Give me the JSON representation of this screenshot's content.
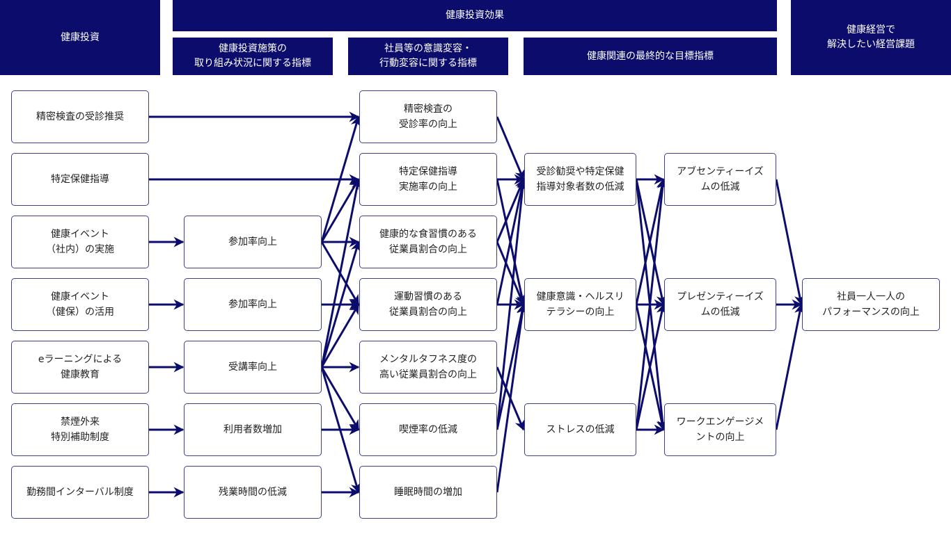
{
  "headers": {
    "investment": "健康投資",
    "effect": "健康投資効果",
    "measures": "健康投資施策の\n取り組み状況に関する指標",
    "awareness": "社員等の意識変容・\n行動変容に関する指標",
    "final": "健康関連の最終的な目標指標",
    "issue": "健康経営で\n解決したい経営課題"
  },
  "nodes": {
    "inv_checkup": "精密検査の受診推奨",
    "inv_guidance": "特定保健指導",
    "inv_event_in": "健康イベント\n（社内）の実施",
    "inv_event_ins": "健康イベント\n（健保）の活用",
    "inv_elearn": "eラーニングによる\n健康教育",
    "inv_smoke": "禁煙外来\n特別補助制度",
    "inv_interval": "勤務間インターバル制度",
    "mea_part1": "参加率向上",
    "mea_part2": "参加率向上",
    "mea_attend": "受講率向上",
    "mea_users": "利用者数増加",
    "mea_overtime": "残業時間の低減",
    "beh_checkup": "精密検査の\n受診率の向上",
    "beh_guidance": "特定保健指導\n実施率の向上",
    "beh_diet": "健康的な食習慣のある\n従業員割合の向上",
    "beh_exercise": "運動習慣のある\n従業員割合の向上",
    "beh_mental": "メンタルタフネス度の\n高い従業員割合の向上",
    "beh_smoking": "喫煙率の低減",
    "beh_sleep": "睡眠時間の増加",
    "fin_target": "受診勧奨や特定保健\n指導対象者数の低減",
    "fin_literacy": "健康意識・ヘルスリ\nテラシーの向上",
    "fin_stress": "ストレスの低減",
    "out_absent": "アブセンティーイズ\nムの低減",
    "out_present": "プレゼンティーイズ\nムの低減",
    "out_engage": "ワークエンゲージメ\nントの向上",
    "goal": "社員一人一人の\nパフォーマンスの向上"
  },
  "colors": {
    "header_bg": "#0b0c6b",
    "arrow": "#0b0c6b",
    "node_border": "#3e3f86"
  },
  "edges": [
    [
      "inv_checkup",
      "beh_checkup"
    ],
    [
      "inv_guidance",
      "beh_guidance"
    ],
    [
      "inv_event_in",
      "mea_part1"
    ],
    [
      "inv_event_ins",
      "mea_part2"
    ],
    [
      "inv_elearn",
      "mea_attend"
    ],
    [
      "inv_smoke",
      "mea_users"
    ],
    [
      "inv_interval",
      "mea_overtime"
    ],
    [
      "mea_part1",
      "beh_checkup"
    ],
    [
      "mea_part1",
      "beh_guidance"
    ],
    [
      "mea_part1",
      "beh_diet"
    ],
    [
      "mea_part1",
      "beh_exercise"
    ],
    [
      "mea_part2",
      "beh_exercise"
    ],
    [
      "mea_attend",
      "beh_guidance"
    ],
    [
      "mea_attend",
      "beh_diet"
    ],
    [
      "mea_attend",
      "beh_exercise"
    ],
    [
      "mea_attend",
      "beh_mental"
    ],
    [
      "mea_attend",
      "beh_smoking"
    ],
    [
      "mea_attend",
      "beh_sleep"
    ],
    [
      "mea_users",
      "beh_smoking"
    ],
    [
      "mea_overtime",
      "beh_sleep"
    ],
    [
      "beh_checkup",
      "fin_target"
    ],
    [
      "beh_guidance",
      "fin_target"
    ],
    [
      "beh_guidance",
      "fin_literacy"
    ],
    [
      "beh_diet",
      "fin_target"
    ],
    [
      "beh_diet",
      "fin_literacy"
    ],
    [
      "beh_exercise",
      "fin_target"
    ],
    [
      "beh_exercise",
      "fin_literacy"
    ],
    [
      "beh_mental",
      "fin_stress"
    ],
    [
      "beh_smoking",
      "fin_target"
    ],
    [
      "beh_smoking",
      "fin_literacy"
    ],
    [
      "beh_sleep",
      "fin_literacy"
    ],
    [
      "fin_target",
      "out_absent"
    ],
    [
      "fin_target",
      "out_present"
    ],
    [
      "fin_target",
      "out_engage"
    ],
    [
      "fin_literacy",
      "out_absent"
    ],
    [
      "fin_literacy",
      "out_present"
    ],
    [
      "fin_literacy",
      "out_engage"
    ],
    [
      "fin_stress",
      "out_absent"
    ],
    [
      "fin_stress",
      "out_present"
    ],
    [
      "fin_stress",
      "out_engage"
    ],
    [
      "out_absent",
      "goal"
    ],
    [
      "out_present",
      "goal"
    ],
    [
      "out_engage",
      "goal"
    ]
  ]
}
